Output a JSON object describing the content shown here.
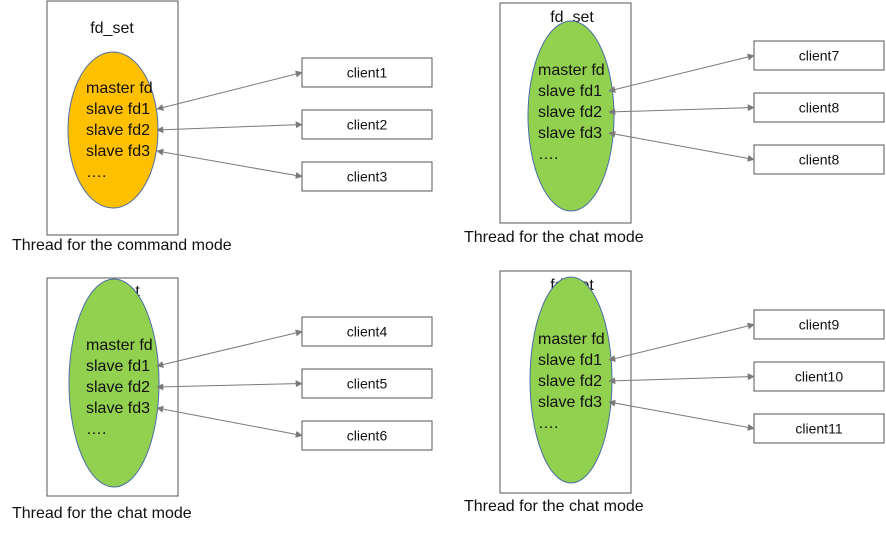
{
  "colors": {
    "command_fill": "#ffc000",
    "chat_fill": "#92d050",
    "arrow": "#7a7a7a"
  },
  "threads": [
    {
      "caption": "Thread for the command mode",
      "set_title": "fd_set",
      "fill_key": "command_fill",
      "fds": [
        "master fd",
        "slave fd1",
        "slave fd2",
        "slave fd3",
        "…."
      ],
      "clients": [
        "client1",
        "client2",
        "client3"
      ]
    },
    {
      "caption": "Thread for the chat mode",
      "set_title": "fd_set",
      "fill_key": "chat_fill",
      "fds": [
        "master fd",
        "slave fd1",
        "slave fd2",
        "slave fd3",
        "…."
      ],
      "clients": [
        "client7",
        "client8",
        "client8"
      ]
    },
    {
      "caption": "Thread for the chat mode",
      "set_title": "fd_set",
      "fill_key": "chat_fill",
      "fds": [
        "master fd",
        "slave fd1",
        "slave fd2",
        "slave fd3",
        "…."
      ],
      "clients": [
        "client4",
        "client5",
        "client6"
      ]
    },
    {
      "caption": "Thread for the chat mode",
      "set_title": "fd_set",
      "fill_key": "chat_fill",
      "fds": [
        "master fd",
        "slave fd1",
        "slave fd2",
        "slave fd3",
        "…."
      ],
      "clients": [
        "client9",
        "client10",
        "client11"
      ]
    }
  ]
}
